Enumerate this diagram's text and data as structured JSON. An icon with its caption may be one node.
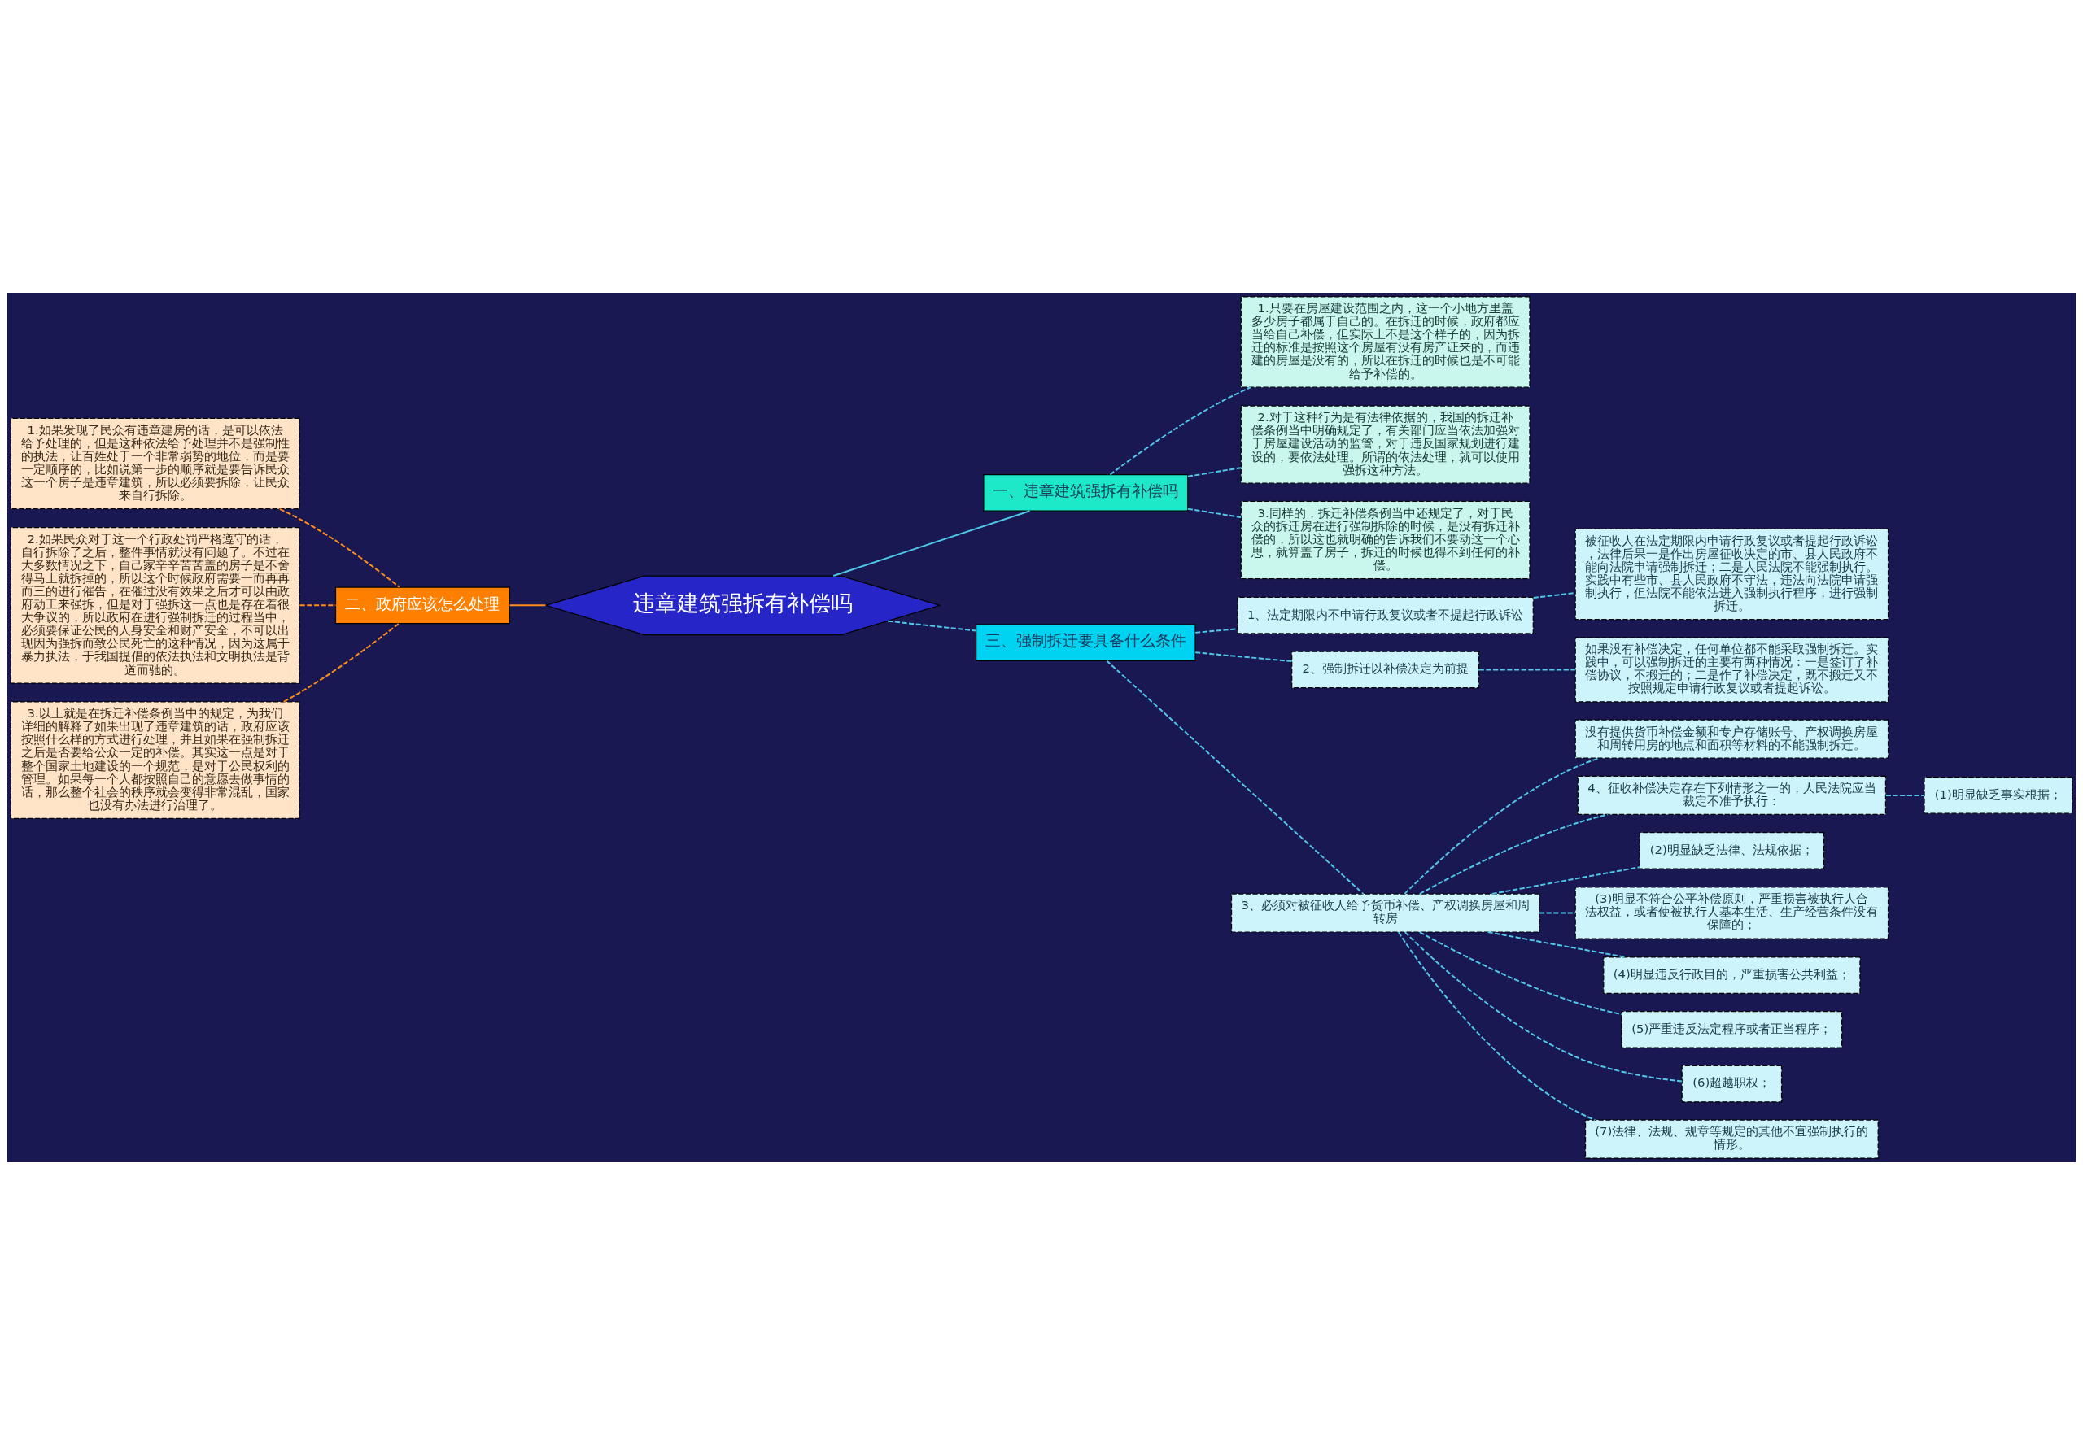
{
  "diagram": {
    "nodes": [
      {
        "text": [
          "违章建筑强拆有补偿吗"
        ]
      },
      {
        "text": [
          "一、违章建筑强拆有补偿吗"
        ]
      },
      {
        "text": [
          "1.只要在房屋建设范围之内，这一个小地方里盖多少房子都属于自己的。在拆迁的时候，政府都应当给自己补偿，但实际上不是这个样子的，因为拆迁的标准是按照这个房屋有没有房产证来的，而违建的房屋是没有的，所以在拆迁的时候也是不可能给予补偿的。"
        ]
      },
      {
        "text": [
          "2.对于这种行为是有法律依据的，我国的拆迁补偿条例当中明确规定了，有关部门应当依法加强对于房屋建设活动的监管，对于违反国家规划进行建设的，要依法处理。所谓的依法处理，就可以使用强拆这种方法。"
        ]
      },
      {
        "text": [
          "3.同样的，拆迁补偿条例当中还规定了，对于民众的拆迁房在进行强制拆除的时候，是没有拆迁补偿的，所以这也就明确的告诉我们不要动这一个心思，就算盖了房子，拆迁的时候也得不到任何的补偿。"
        ]
      },
      {
        "text": [
          "二、政府应该怎么处理"
        ]
      },
      {
        "text": [
          "1.如果发现了民众有违章建房的话，是可以依法给予处理的，但是这种依法给予处理并不是强制性的执法，让百姓处于一个非常弱势的地位，而是要一定顺序的，比如说第一步的顺序就是要告诉民众这一个房子是违章建筑，所以必须要拆除，让民众来自行拆除。"
        ]
      },
      {
        "text": [
          "2.如果民众对于这一个行政处罚严格遵守的话，自行拆除了之后，整件事情就没有问题了。不过在大多数情况之下，自己家辛辛苦苦盖的房子是不舍得马上就拆掉的，所以这个时候政府需要一而再再而三的进行催告，在催过没有效果之后才可以由政府动工来强拆，但是对于强拆这一点也是存在着很大争议的，所以政府在进行强制拆迁的过程当中，必须要保证公民的人身安全和财产安全，不可以出现因为强拆而致公民死亡的这种情况，因为这属于暴力执法，于我国提倡的依法执法和文明执法是背道而驰的。"
        ]
      },
      {
        "text": [
          "3.以上就是在拆迁补偿条例当中的规定，为我们详细的解释了如果出现了违章建筑的话，政府应该按照什么样的方式进行处理，并且如果在强制拆迁之后是否要给公众一定的补偿。其实这一点是对于整个国家土地建设的一个规范，是对于公民权利的管理。如果每一个人都按照自己的意愿去做事情的话，那么整个社会的秩序就会变得非常混乱，国家也没有办法进行治理了。"
        ]
      },
      {
        "text": [
          "三、强制拆迁要具备什么条件"
        ]
      },
      {
        "text": [
          "1、法定期限内不申请行政复议或者不提起行政诉讼"
        ]
      },
      {
        "text": [
          "被征收人在法定期限内申请行政复议或者提起行政诉讼，法律后果一是作出房屋征收决定的市、县人民政府不能向法院申请强制拆迁；二是人民法院不能强制执行。实践中有些市、县人民政府不守法，违法向法院申请强制执行，但法院不能依法进入强制执行程序，进行强制拆迁。"
        ]
      },
      {
        "text": [
          "2、强制拆迁以补偿决定为前提"
        ]
      },
      {
        "text": [
          "如果没有补偿决定，任何单位都不能采取强制拆迁。实践中，可以强制拆迁的主要有两种情况：一是签订了补偿协议，不搬迁的；二是作了补偿决定，既不搬迁又不按照规定申请行政复议或者提起诉讼。"
        ]
      },
      {
        "text": [
          "3、必须对被征收人给予货币补偿、产权调换房屋和周转房"
        ]
      },
      {
        "text": [
          "没有提供货币补偿金额和专户存储账号、产权调换房屋和周转用房的地点和面积等材料的不能强制拆迁。"
        ]
      },
      {
        "text": [
          "4、征收补偿决定存在下列情形之一的，人民法院应当裁定不准予执行："
        ]
      },
      {
        "text": [
          "(1)明显缺乏事实根据；"
        ]
      },
      {
        "text": [
          "(2)明显缺乏法律、法规依据；"
        ]
      },
      {
        "text": [
          "(3)明显不符合公平补偿原则，严重损害被执行人合法权益，或者使被执行人基本生活、生产经营条件没有保障的；"
        ]
      },
      {
        "text": [
          "(4)明显违反行政目的，严重损害公共利益；"
        ]
      },
      {
        "text": [
          "(5)严重违反法定程序或者正当程序；"
        ]
      },
      {
        "text": [
          "(6)超越职权；"
        ]
      },
      {
        "text": [
          "(7)法律、法规、规章等规定的其他不宜强制执行的情形。"
        ]
      }
    ],
    "edges": [
      {
        "from": 0,
        "to": 1,
        "arrow": "none"
      },
      {
        "from": 1,
        "to": 2,
        "arrow": "none",
        "style": "dashed"
      },
      {
        "from": 1,
        "to": 3,
        "arrow": "none",
        "style": "dashed"
      },
      {
        "from": 1,
        "to": 4,
        "arrow": "none",
        "style": "dashed"
      },
      {
        "from": 0,
        "to": 5,
        "arrow": "none",
        "color": "#ff8c1a"
      },
      {
        "from": 5,
        "to": 6,
        "arrow": "none",
        "style": "dashed",
        "color": "#ff8c1a"
      },
      {
        "from": 5,
        "to": 7,
        "arrow": "none",
        "style": "dashed",
        "color": "#ff8c1a"
      },
      {
        "from": 5,
        "to": 8,
        "arrow": "none",
        "style": "dashed",
        "color": "#ff8c1a"
      },
      {
        "from": 0,
        "to": 9,
        "arrow": "none",
        "style": "dashed"
      },
      {
        "from": 9,
        "to": 10,
        "arrow": "none",
        "style": "dashed"
      },
      {
        "from": 10,
        "to": 11,
        "arrow": "none",
        "style": "dashed"
      },
      {
        "from": 9,
        "to": 12,
        "arrow": "none",
        "style": "dashed"
      },
      {
        "from": 12,
        "to": 13,
        "arrow": "none",
        "style": "dashed"
      },
      {
        "from": 9,
        "to": 14,
        "arrow": "none",
        "style": "dashed"
      },
      {
        "from": 14,
        "to": 15,
        "arrow": "none",
        "style": "dashed"
      },
      {
        "from": 14,
        "to": 16,
        "arrow": "none",
        "style": "dashed"
      },
      {
        "from": 16,
        "to": 17,
        "arrow": "none",
        "style": "dashed"
      },
      {
        "from": 14,
        "to": 18,
        "arrow": "none",
        "style": "dashed"
      },
      {
        "from": 14,
        "to": 19,
        "arrow": "none",
        "style": "dashed"
      },
      {
        "from": 14,
        "to": 20,
        "arrow": "none",
        "style": "dashed"
      },
      {
        "from": 14,
        "to": 21,
        "arrow": "none",
        "style": "dashed"
      },
      {
        "from": 14,
        "to": 22,
        "arrow": "none",
        "style": "dashed"
      },
      {
        "from": 14,
        "to": 23,
        "arrow": "none",
        "style": "dashed"
      }
    ]
  }
}
